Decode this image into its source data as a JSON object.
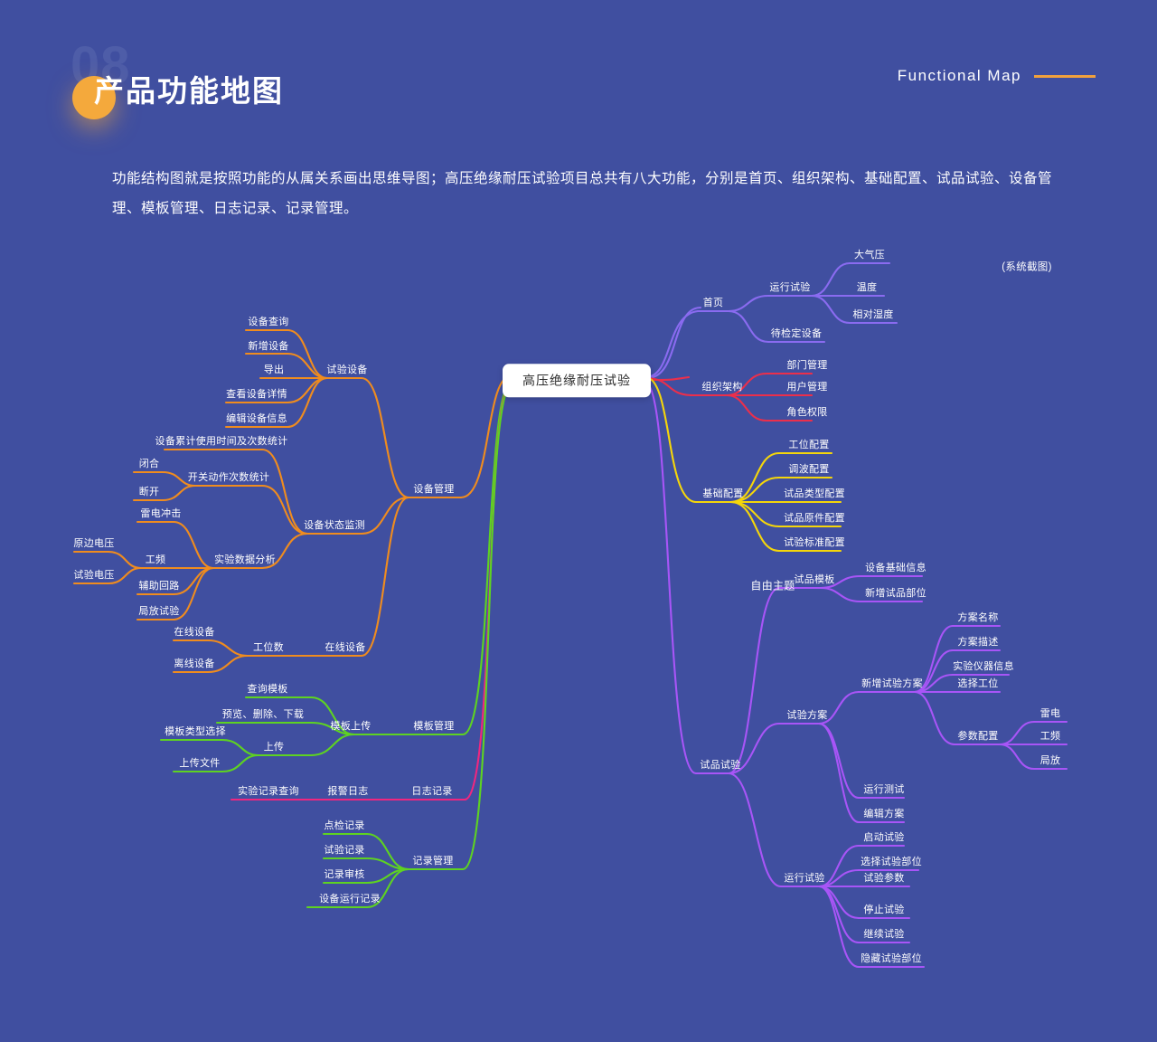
{
  "header": {
    "number": "08",
    "title": "产品功能地图",
    "right_label": "Functional Map"
  },
  "description": "功能结构图就是按照功能的从属关系画出思维导图；高压绝缘耐压试验项目总共有八大功能，分别是首页、组织架构、基础配置、试品试验、设备管理、模板管理、日志记录、记录管理。",
  "mindmap": {
    "note": "(系统截图)",
    "free_topic": "自由主题",
    "center": "高压绝缘耐压试验",
    "colors": {
      "background": "#404fa0",
      "home": "#8a6bf0",
      "org": "#ec2f4b",
      "config": "#f5d60a",
      "product_test": "#a855f7",
      "device": "#f08c1e",
      "template": "#5ed321",
      "log": "#f0267f",
      "record": "#5ed321",
      "center_text": "#2b2b2b",
      "accent": "#f2a13c"
    },
    "nodes": {
      "home": "首页",
      "home_run_test": "运行试验",
      "home_atm": "大气压",
      "home_temp": "温度",
      "home_humidity": "相对湿度",
      "home_pending": "待检定设备",
      "org": "组织架构",
      "org_dept": "部门管理",
      "org_user": "用户管理",
      "org_role": "角色权限",
      "config": "基础配置",
      "config_station": "工位配置",
      "config_wave": "调波配置",
      "config_type": "试品类型配置",
      "config_part": "试品原件配置",
      "config_standard": "试验标准配置",
      "product_test": "试品试验",
      "pt_template": "试品模板",
      "pt_tpl_base": "设备基础信息",
      "pt_tpl_add": "新增试品部位",
      "pt_plan": "试验方案",
      "pt_plan_add": "新增试验方案",
      "pt_plan_name": "方案名称",
      "pt_plan_desc": "方案描述",
      "pt_plan_instr": "实验仪器信息",
      "pt_plan_station": "选择工位",
      "pt_plan_param": "参数配置",
      "pt_param_lightning": "雷电",
      "pt_param_power": "工频",
      "pt_param_partial": "局放",
      "pt_plan_runtest": "运行测试",
      "pt_plan_edit": "编辑方案",
      "pt_run": "运行试验",
      "pt_run_start": "启动试验",
      "pt_run_select": "选择试验部位",
      "pt_run_param": "试验参数",
      "pt_run_stop": "停止试验",
      "pt_run_continue": "继续试验",
      "pt_run_hide": "隐藏试验部位",
      "device": "设备管理",
      "dev_equipment": "试验设备",
      "dev_query": "设备查询",
      "dev_add": "新增设备",
      "dev_export": "导出",
      "dev_detail": "查看设备详情",
      "dev_edit": "编辑设备信息",
      "dev_status": "设备状态监测",
      "dev_usage": "设备累计使用时间及次数统计",
      "dev_switch": "开关动作次数统计",
      "dev_switch_close": "闭合",
      "dev_switch_open": "断开",
      "dev_analysis": "实验数据分析",
      "dev_an_lightning": "雷电冲击",
      "dev_an_power": "工频",
      "dev_an_primary_v": "原边电压",
      "dev_an_test_v": "试验电压",
      "dev_an_aux": "辅助回路",
      "dev_an_partial": "局放试验",
      "dev_online": "在线设备",
      "dev_station_count": "工位数",
      "dev_online2": "在线设备",
      "dev_offline": "离线设备",
      "template": "模板管理",
      "tpl_upload": "模板上传",
      "tpl_query": "查询模板",
      "tpl_actions": "预览、删除、下载",
      "tpl_up": "上传",
      "tpl_type": "模板类型选择",
      "tpl_file": "上传文件",
      "log": "日志记录",
      "log_alarm": "报警日志",
      "log_query": "实验记录查询",
      "record": "记录管理",
      "rec_check": "点检记录",
      "rec_test": "试验记录",
      "rec_audit": "记录审核",
      "rec_device": "设备运行记录"
    }
  }
}
